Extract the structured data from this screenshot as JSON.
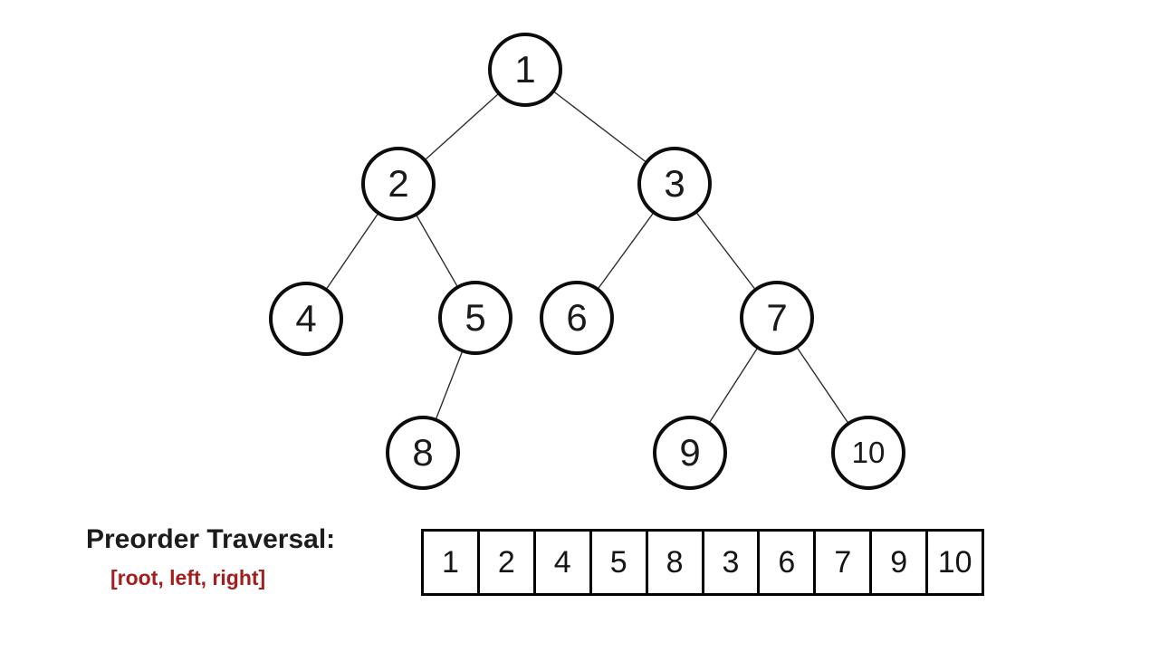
{
  "page": {
    "background": "#ffffff"
  },
  "colors": {
    "node_border": "#0c0c0c",
    "edge_line": "#2e2e2e",
    "label_text": "#1c1c1c",
    "note_red": "#a51e1e",
    "array_border": "#000000"
  },
  "tree": {
    "nodes": [
      {
        "id": "1",
        "value": "1"
      },
      {
        "id": "2",
        "value": "2"
      },
      {
        "id": "3",
        "value": "3"
      },
      {
        "id": "4",
        "value": "4"
      },
      {
        "id": "5",
        "value": "5"
      },
      {
        "id": "6",
        "value": "6"
      },
      {
        "id": "7",
        "value": "7"
      },
      {
        "id": "8",
        "value": "8"
      },
      {
        "id": "9",
        "value": "9"
      },
      {
        "id": "10",
        "value": "10"
      }
    ],
    "edges": [
      {
        "from": "1",
        "to": "2"
      },
      {
        "from": "1",
        "to": "3"
      },
      {
        "from": "2",
        "to": "4"
      },
      {
        "from": "2",
        "to": "5"
      },
      {
        "from": "3",
        "to": "6"
      },
      {
        "from": "3",
        "to": "7"
      },
      {
        "from": "5",
        "to": "8"
      },
      {
        "from": "7",
        "to": "9"
      },
      {
        "from": "7",
        "to": "10"
      }
    ]
  },
  "traversal": {
    "label": "Preorder Traversal:",
    "note": "[root, left, right]",
    "values": [
      "1",
      "2",
      "4",
      "5",
      "8",
      "3",
      "6",
      "7",
      "9",
      "10"
    ]
  }
}
